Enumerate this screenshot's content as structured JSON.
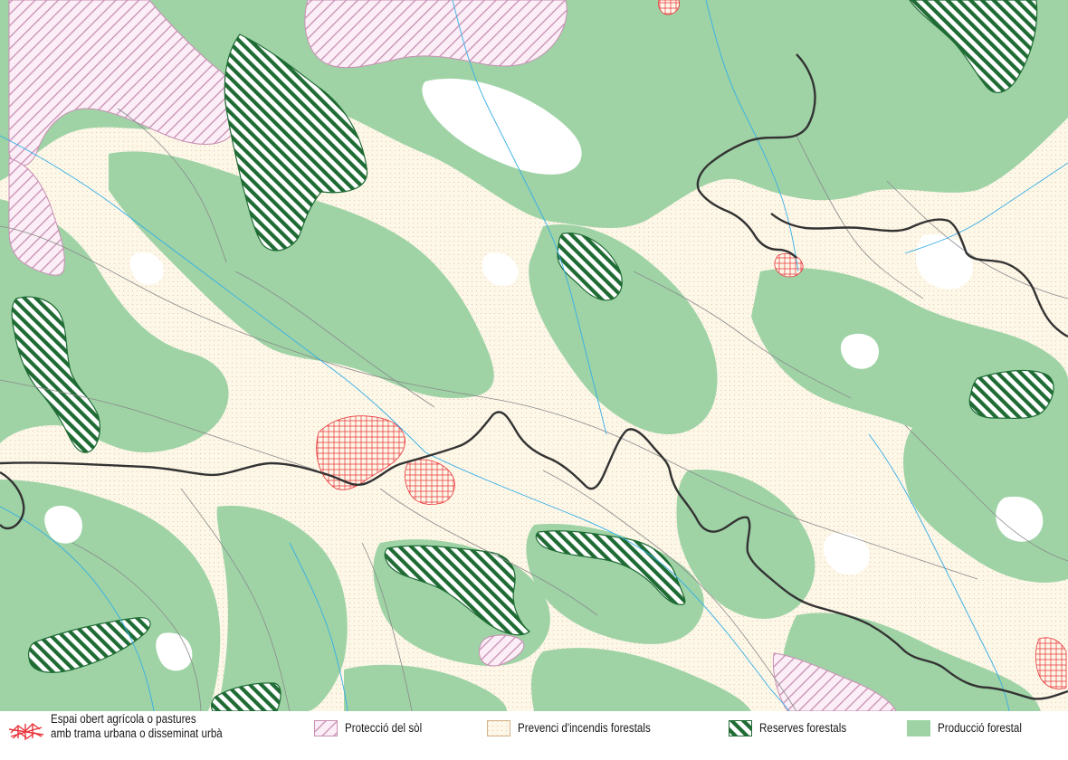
{
  "map": {
    "colors": {
      "background": "#ffffff",
      "forest_production": "#9fd3a6",
      "fire_prevention_fill": "#fdf7e8",
      "fire_prevention_dots": "#e3b8a0",
      "forest_reserve_stripe": "#1f6b34",
      "soil_protection_stripe": "#c98fb4",
      "soil_protection_fill": "#fbeef6",
      "urban": "#e8343a",
      "rivers": "#34aee6",
      "roads": "#8a8a8a",
      "boundary": "#333333"
    }
  },
  "legend": {
    "items": [
      {
        "id": "urban",
        "lines": [
          "Espai obert agrícola o pastures",
          "amb trama urbana o disseminat urbà"
        ],
        "icon": "urban-icon"
      },
      {
        "id": "soil",
        "label": "Protecció del sòl",
        "icon": "pink-hatch-icon"
      },
      {
        "id": "fire",
        "label": "Prevenci d'incendis forestals",
        "icon": "dotted-cream-icon"
      },
      {
        "id": "reserve",
        "label": "Reserves forestals",
        "icon": "green-hatch-icon"
      },
      {
        "id": "production",
        "label": "Producció forestal",
        "icon": "green-fill-icon"
      }
    ]
  }
}
